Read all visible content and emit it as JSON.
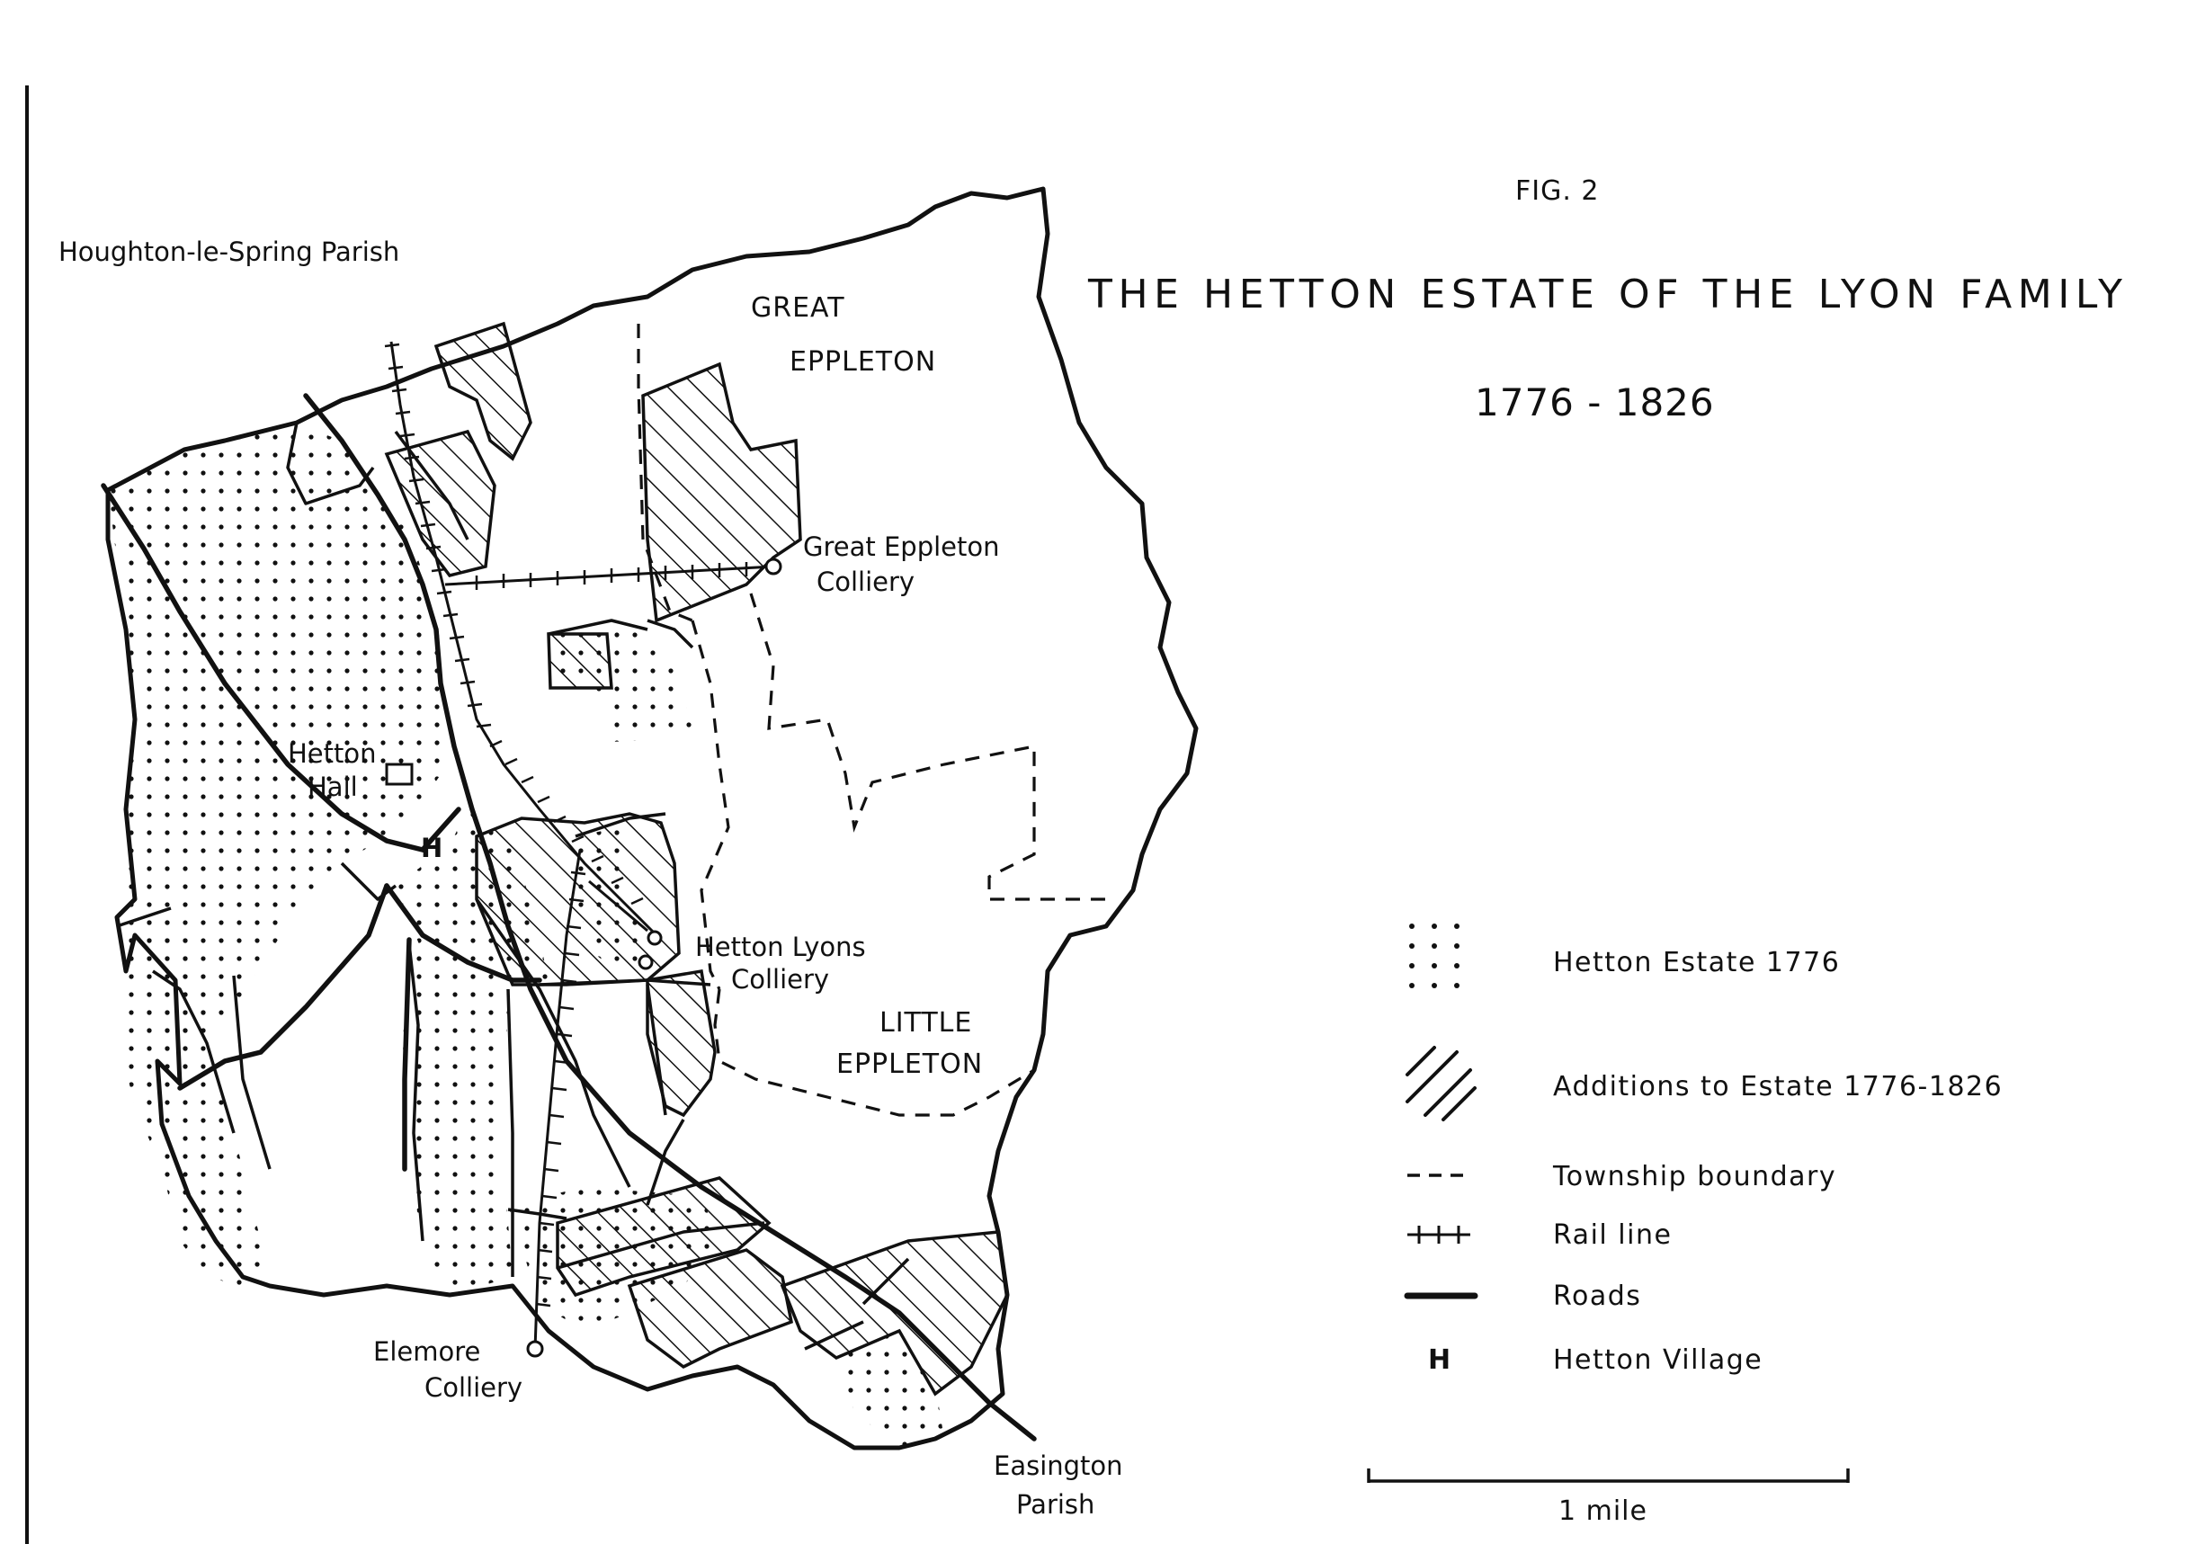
{
  "figure_label": "FIG. 2",
  "title": "THE HETTON ESTATE OF THE LYON FAMILY",
  "years": "1776 - 1826",
  "places": {
    "houghton_parish": "Houghton-le-Spring Parish",
    "great_eppleton_1": "GREAT",
    "great_eppleton_2": "EPPLETON",
    "little_eppleton_1": "LITTLE",
    "little_eppleton_2": "EPPLETON",
    "great_eppleton_colliery_1": "Great Eppleton",
    "great_eppleton_colliery_2": "Colliery",
    "hetton_lyons_colliery_1": "Hetton Lyons",
    "hetton_lyons_colliery_2": "Colliery",
    "hetton_hall_1": "Hetton",
    "hetton_hall_2": "Hall",
    "hetton_village_marker": "H",
    "elemore_colliery_1": "Elemore",
    "elemore_colliery_2": "Colliery",
    "easington_parish_1": "Easington",
    "easington_parish_2": "Parish"
  },
  "legend": {
    "items": [
      {
        "symbol": "dots",
        "label": "Hetton Estate 1776"
      },
      {
        "symbol": "hatch",
        "label": "Additions to Estate 1776-1826"
      },
      {
        "symbol": "dash",
        "label": "Township boundary"
      },
      {
        "symbol": "rail",
        "label": "Rail line"
      },
      {
        "symbol": "road",
        "label": "Roads"
      },
      {
        "symbol": "H",
        "label": "Hetton Village"
      }
    ]
  },
  "scale": {
    "label": "1 mile"
  },
  "colors": {
    "ink": "#111111",
    "paper": "#ffffff"
  }
}
